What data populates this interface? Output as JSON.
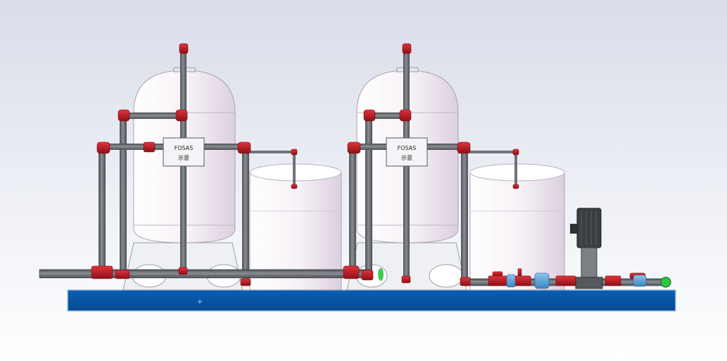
{
  "viewport": {
    "background_top": "#d9dde8",
    "background_bottom": "#ffffff"
  },
  "colors": {
    "pipe": "#6f7277",
    "pipe_dark": "#4c4f54",
    "fitting_red": "#cc1f28",
    "fitting_red_dark": "#8e1016",
    "tank_body": "#f2edf2",
    "tank_shade": "#d7c9dc",
    "base_blue": "#0756a6",
    "valve_blue": "#5fa6dc",
    "outlet_green": "#2ec445",
    "pump_dark": "#2e3134"
  },
  "valve_heads": [
    {
      "line1": "FOSAS",
      "line2": "示意"
    },
    {
      "line1": "FOSAS",
      "line2": "示意"
    }
  ],
  "base": {
    "origin_marker": "+"
  },
  "icons": [
    "origin-marker-icon"
  ]
}
